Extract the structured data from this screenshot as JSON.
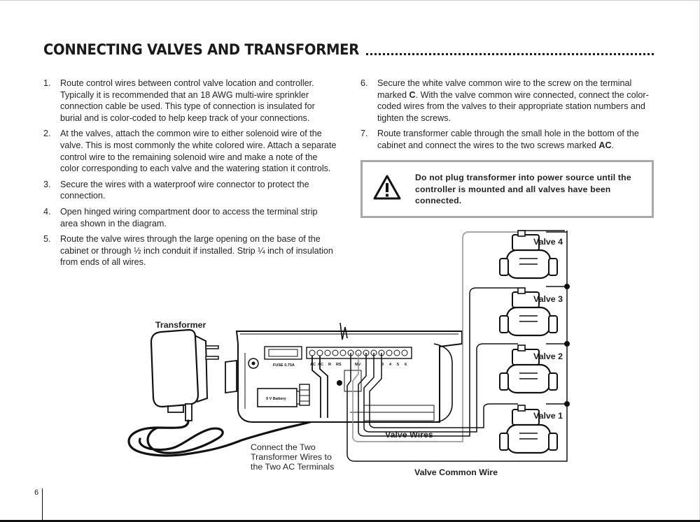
{
  "heading": "CONNECTING VALVES AND TRANSFORMER",
  "steps_left": [
    {
      "num": "1.",
      "text": "Route control wires between control valve location and controller. Typically it is recommended that an 18 AWG multi-wire sprinkler connection cable be used. This type of connection is insulated for burial and is color-coded to help keep track of your connections."
    },
    {
      "num": "2.",
      "text": "At the valves, attach the common wire to either solenoid wire of the valve. This is most commonly the white colored wire. Attach a separate control wire to the remaining solenoid wire and make a note of the color corresponding to each valve and the watering station it controls."
    },
    {
      "num": "3.",
      "text": "Secure the wires with a waterproof wire connector to protect the connection."
    },
    {
      "num": "4.",
      "text": "Open hinged wiring compartment door to access the terminal strip area shown in the diagram."
    },
    {
      "num": "5.",
      "text": "Route the valve wires through the large opening on the base of the cabinet or through ½ inch conduit if installed. Strip ¼ inch of insulation from ends of all wires."
    }
  ],
  "step6": {
    "num": "6.",
    "pre": "Secure the white valve common wire to the screw on the terminal marked ",
    "bold": "C",
    "post": ". With the valve common wire connected, connect the color-coded wires from the valves to their appropriate station numbers and tighten the screws."
  },
  "step7": {
    "num": "7.",
    "pre": "Route transformer cable through the small hole in the bottom of the cabinet and connect the wires to the two screws marked ",
    "bold": "AC",
    "post": "."
  },
  "warning": {
    "icon": "warning-triangle-icon",
    "text": "Do not plug transformer into power source until the controller is mounted and all valves have been connected."
  },
  "diagram": {
    "transformer_label": "Transformer",
    "fuse_label": "FUSE 0.75A",
    "battery_label": "9 V Battery",
    "terminal_labels": [
      "AC",
      "AC",
      "R",
      "RS",
      "MV",
      "3",
      "4",
      "5",
      "6"
    ],
    "connect_note": [
      "Connect the Two",
      "Transformer Wires to",
      "the Two AC Terminals"
    ],
    "valve_wires_label": "Valve Wires",
    "valve_common_label": "Valve Common Wire",
    "valves": [
      "Valve 4",
      "Valve 3",
      "Valve 2",
      "Valve 1"
    ]
  },
  "page_number": "6"
}
